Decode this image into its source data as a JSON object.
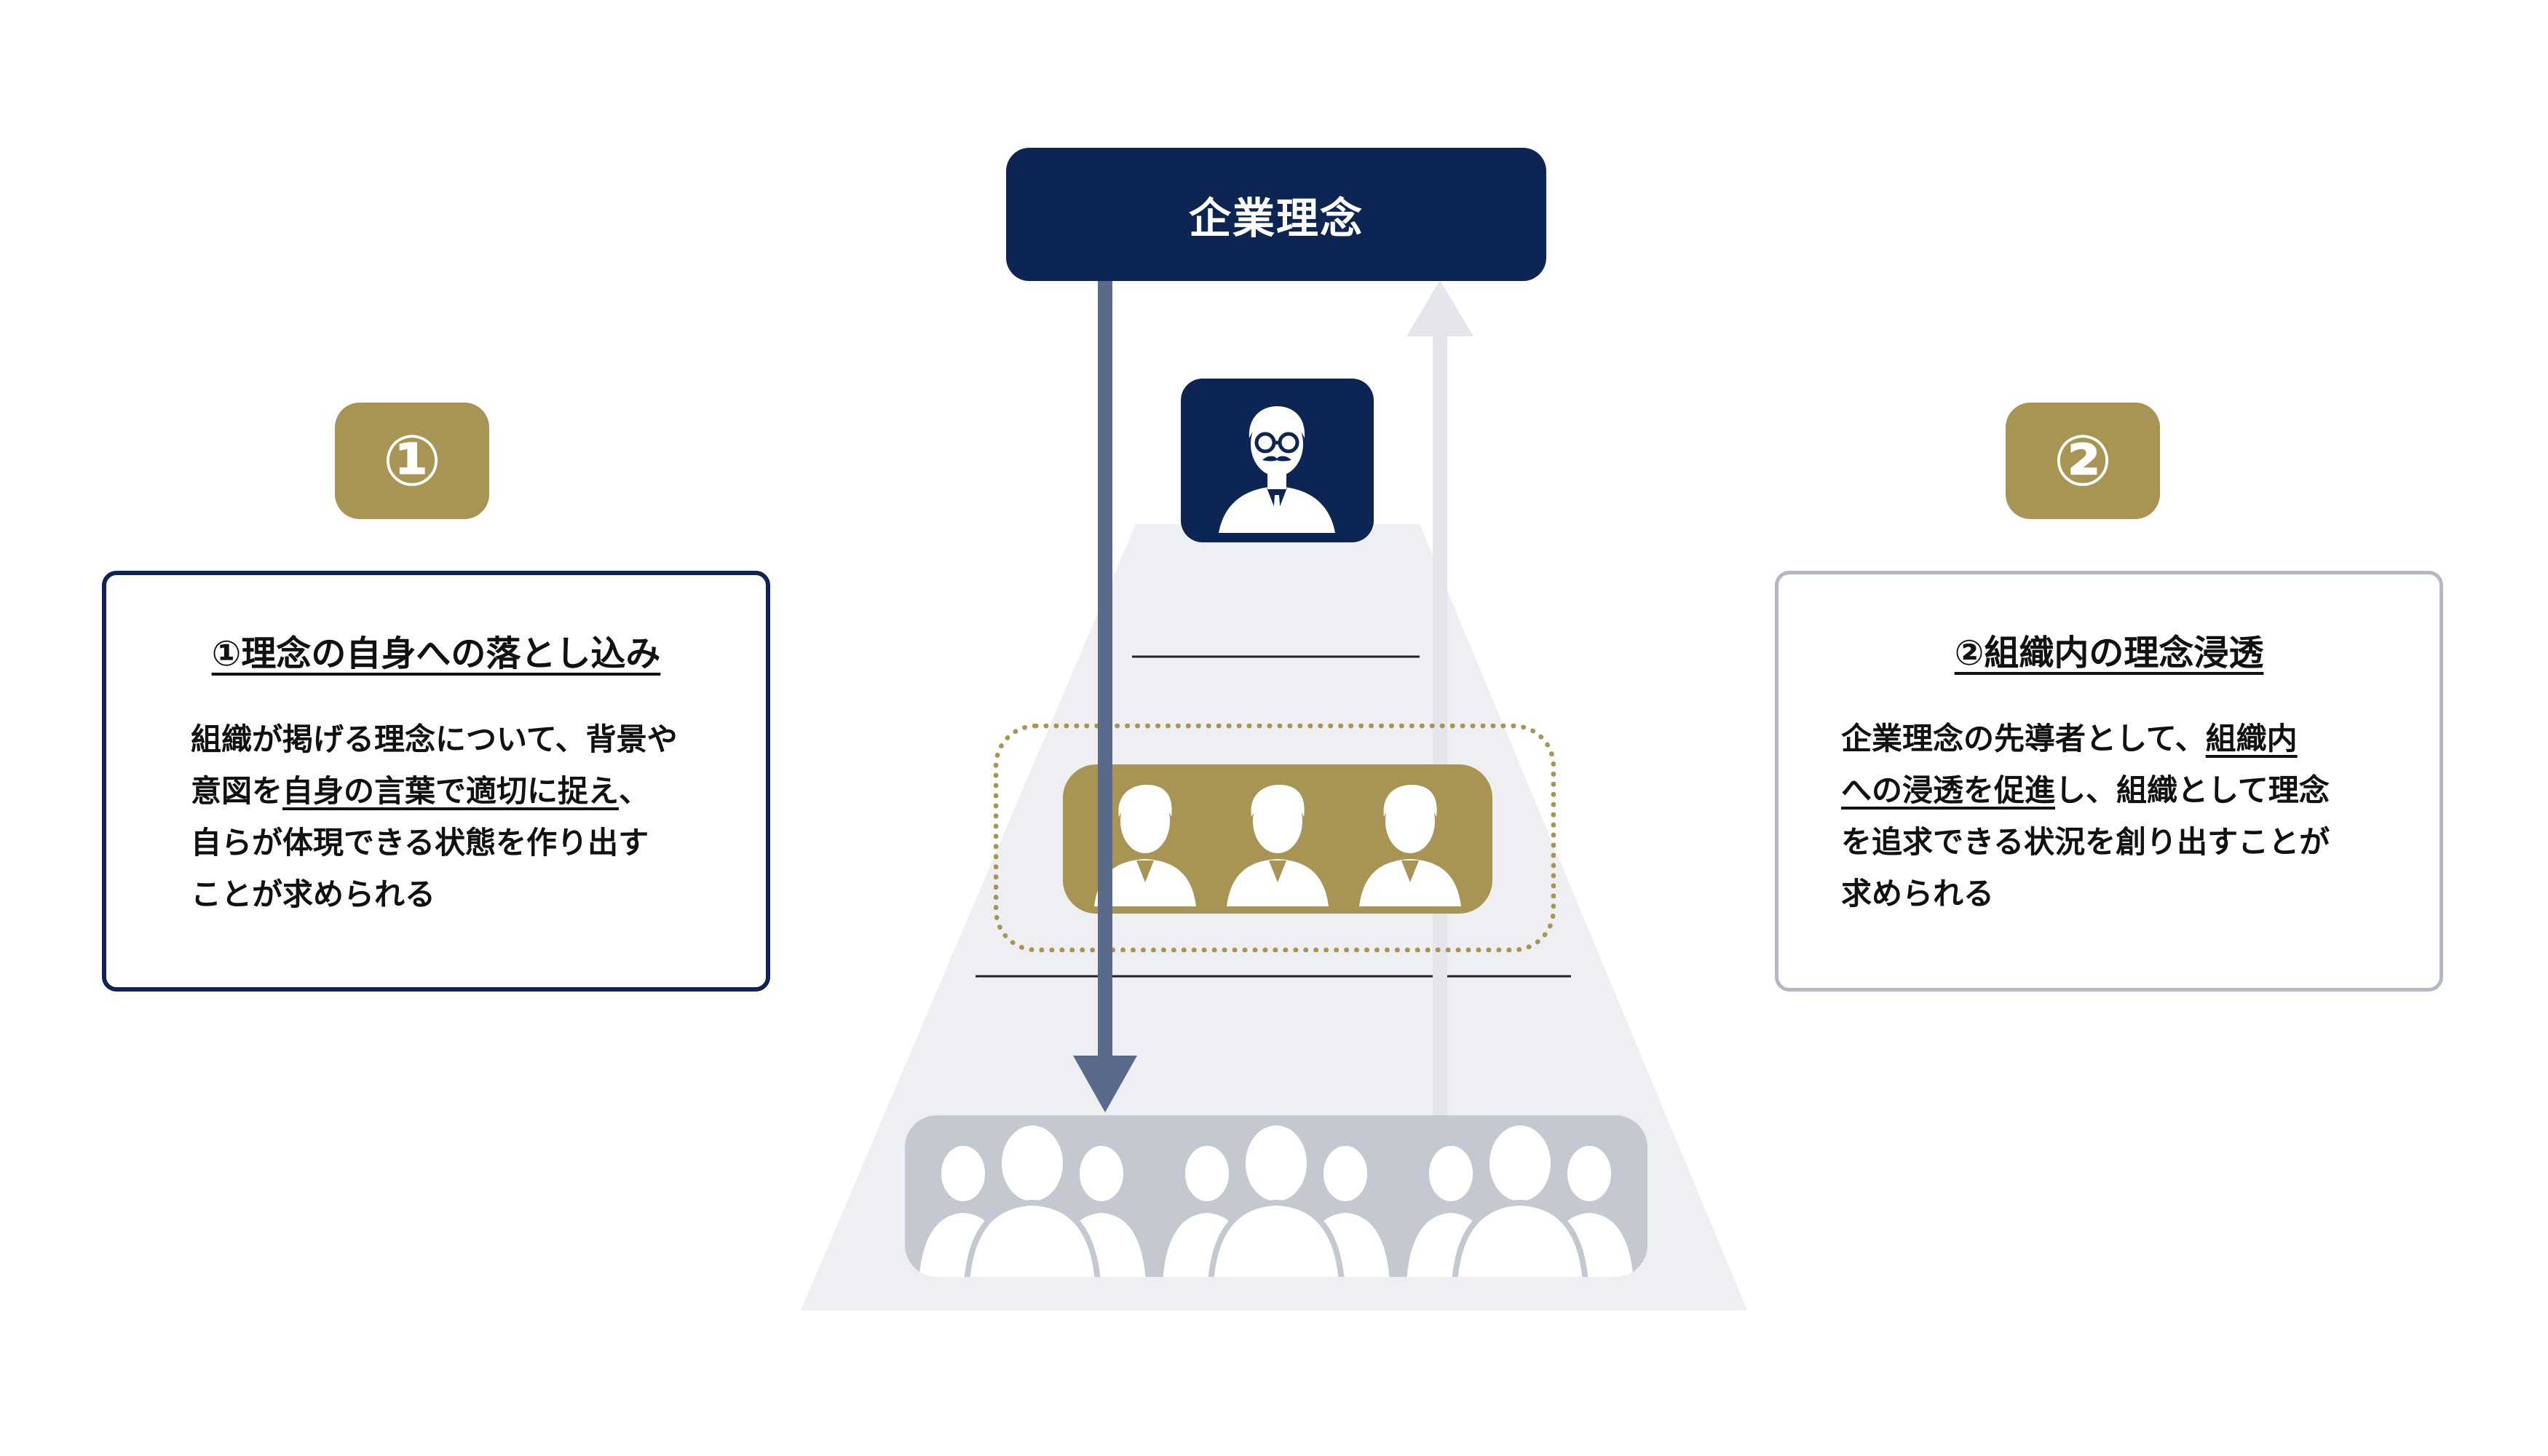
{
  "title": "企業理念",
  "badges": {
    "one": "①",
    "two": "②"
  },
  "panel_left": {
    "heading": "①理念の自身への落とし込み",
    "lines": [
      [
        "組織が掲げる理念について、背景や"
      ],
      [
        "意図を",
        "自身の言葉で適切に捉え",
        "、"
      ],
      [
        "自らが体現できる状態を作り出す"
      ],
      [
        "ことが求められる"
      ]
    ]
  },
  "panel_right": {
    "heading": "②組織内の理念浸透",
    "lines": [
      [
        "企業理念の先導者として、",
        "組織内"
      ],
      [
        "への浸透を促進",
        "し、組織として理念"
      ],
      [
        "を追求できる状況を創り出すことが"
      ],
      [
        "求められる"
      ]
    ]
  },
  "icons": {
    "leader": "leader-with-glasses-mustache-icon",
    "manager": "business-person-icon",
    "staff": "people-group-icon"
  },
  "colors": {
    "navy": "#0c2552",
    "gold": "#a99553",
    "gray_box": "#c4c8d1",
    "pyramid": "#eeeff2",
    "arrow_down": "#5a6a8a",
    "arrow_up": "#e4e6ec"
  }
}
